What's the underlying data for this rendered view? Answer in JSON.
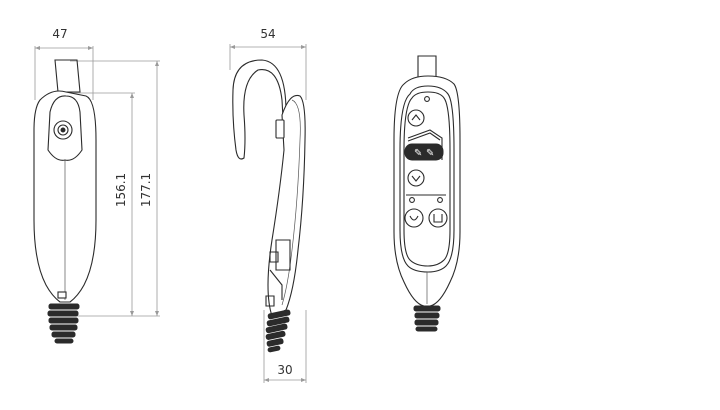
{
  "dimensions": {
    "front_width": "47",
    "side_width": "54",
    "inner_height": "156.1",
    "overall_height": "177.1",
    "side_bottom_width": "30"
  },
  "colors": {
    "outline": "#2b2b2b",
    "dimension_line": "#9a9a9a",
    "text": "#333333",
    "background": "#ffffff"
  },
  "icons": {
    "up_button": "chevron-up-icon",
    "down_button": "chevron-down-icon",
    "tilt_button": "bed-tilt-icon",
    "left_button": "bed-down-left-icon",
    "right_button": "bed-down-right-icon"
  }
}
